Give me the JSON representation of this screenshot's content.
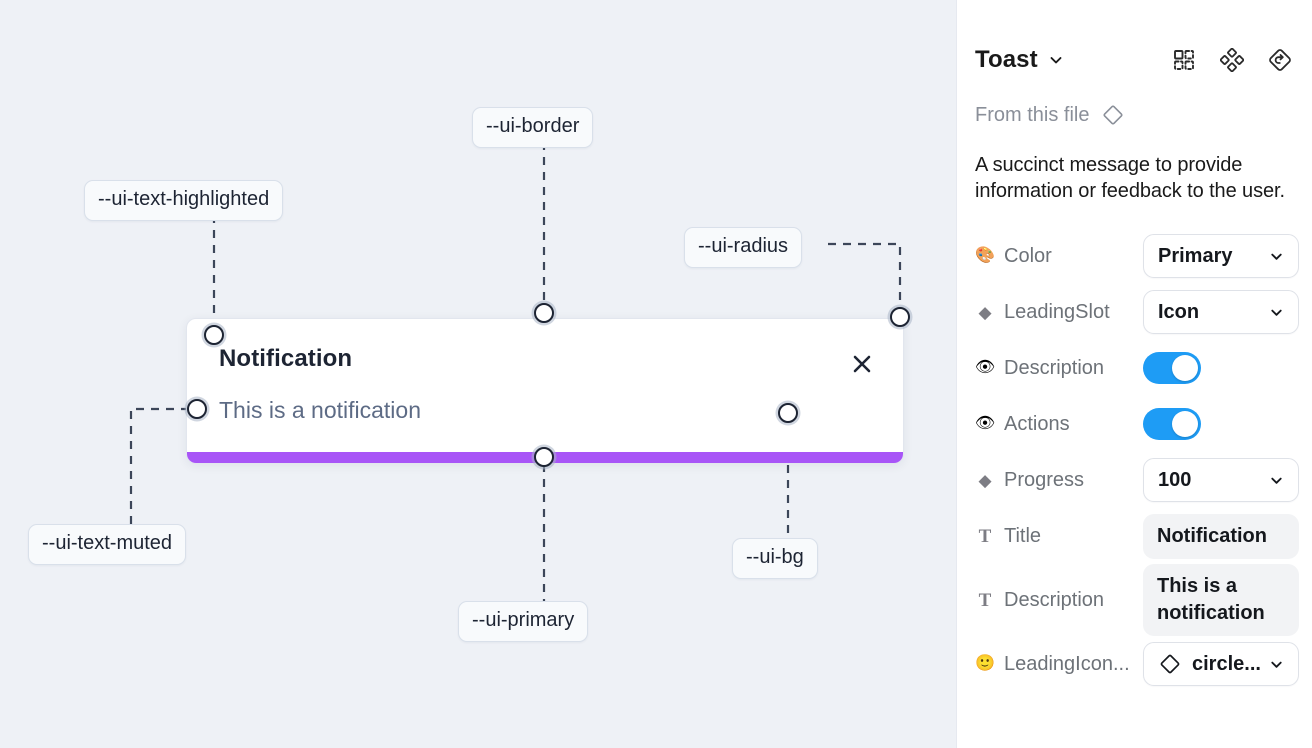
{
  "canvas": {
    "background_color": "#eef1f6",
    "toast": {
      "title": "Notification",
      "description": "This is a notification",
      "close_icon": "close-x-icon",
      "progress_color": "#a855f7",
      "background_color": "#ffffff",
      "border_color": "#e2e6ee"
    },
    "tokens": [
      {
        "id": "text-highlighted",
        "label": "--ui-text-highlighted"
      },
      {
        "id": "border",
        "label": "--ui-border"
      },
      {
        "id": "radius",
        "label": "--ui-radius"
      },
      {
        "id": "text-muted",
        "label": "--ui-text-muted"
      },
      {
        "id": "primary",
        "label": "--ui-primary"
      },
      {
        "id": "bg",
        "label": "--ui-bg"
      }
    ]
  },
  "panel": {
    "title": "Toast",
    "title_caret_icon": "chevron-down-icon",
    "header_icons": [
      {
        "id": "variants",
        "name": "component-variants-icon"
      },
      {
        "id": "instances",
        "name": "four-diamonds-icon"
      },
      {
        "id": "reset",
        "name": "reset-diamond-icon"
      }
    ],
    "from_file": {
      "label": "From this file",
      "icon": "diamond-outline-icon"
    },
    "description": "A succinct message to provide information or feedback to the user.",
    "accent_colors": {
      "toggle_on": "#1e9cf5",
      "progress": "#a855f7"
    },
    "properties": [
      {
        "id": "color",
        "icon": "palette-emoji-icon",
        "icon_glyph": "🎨",
        "icon_kind": "emoji",
        "label": "Color",
        "control": "select",
        "value": "Primary",
        "caret_icon": "chevron-down-icon"
      },
      {
        "id": "leading-slot",
        "icon": "diamond-filled-icon",
        "icon_glyph": "◆",
        "icon_kind": "diamond",
        "label": "LeadingSlot",
        "control": "select",
        "value": "Icon",
        "caret_icon": "chevron-down-icon"
      },
      {
        "id": "description-toggle",
        "icon": "eye-emoji-icon",
        "icon_glyph": "👁",
        "icon_kind": "emoji",
        "label": "Description",
        "control": "toggle",
        "value": "on"
      },
      {
        "id": "actions-toggle",
        "icon": "eye-emoji-icon",
        "icon_glyph": "👁",
        "icon_kind": "emoji",
        "label": "Actions",
        "control": "toggle",
        "value": "on"
      },
      {
        "id": "progress",
        "icon": "diamond-filled-icon",
        "icon_glyph": "◆",
        "icon_kind": "diamond",
        "label": "Progress",
        "control": "select",
        "value": "100",
        "caret_icon": "chevron-down-icon"
      },
      {
        "id": "title",
        "icon": "text-t-icon",
        "icon_glyph": "T",
        "icon_kind": "tglyph",
        "label": "Title",
        "control": "text",
        "value": "Notification"
      },
      {
        "id": "description-text",
        "icon": "text-t-icon",
        "icon_glyph": "T",
        "icon_kind": "tglyph",
        "label": "Description",
        "control": "text",
        "value": "This is a notification"
      },
      {
        "id": "leading-icon",
        "icon": "smiley-emoji-icon",
        "icon_glyph": "🙂",
        "icon_kind": "emoji",
        "label": "LeadingIcon...",
        "control": "select-icon",
        "value": "circle...",
        "lead_icon": "diamond-outline-icon",
        "caret_icon": "chevron-down-icon"
      }
    ]
  }
}
